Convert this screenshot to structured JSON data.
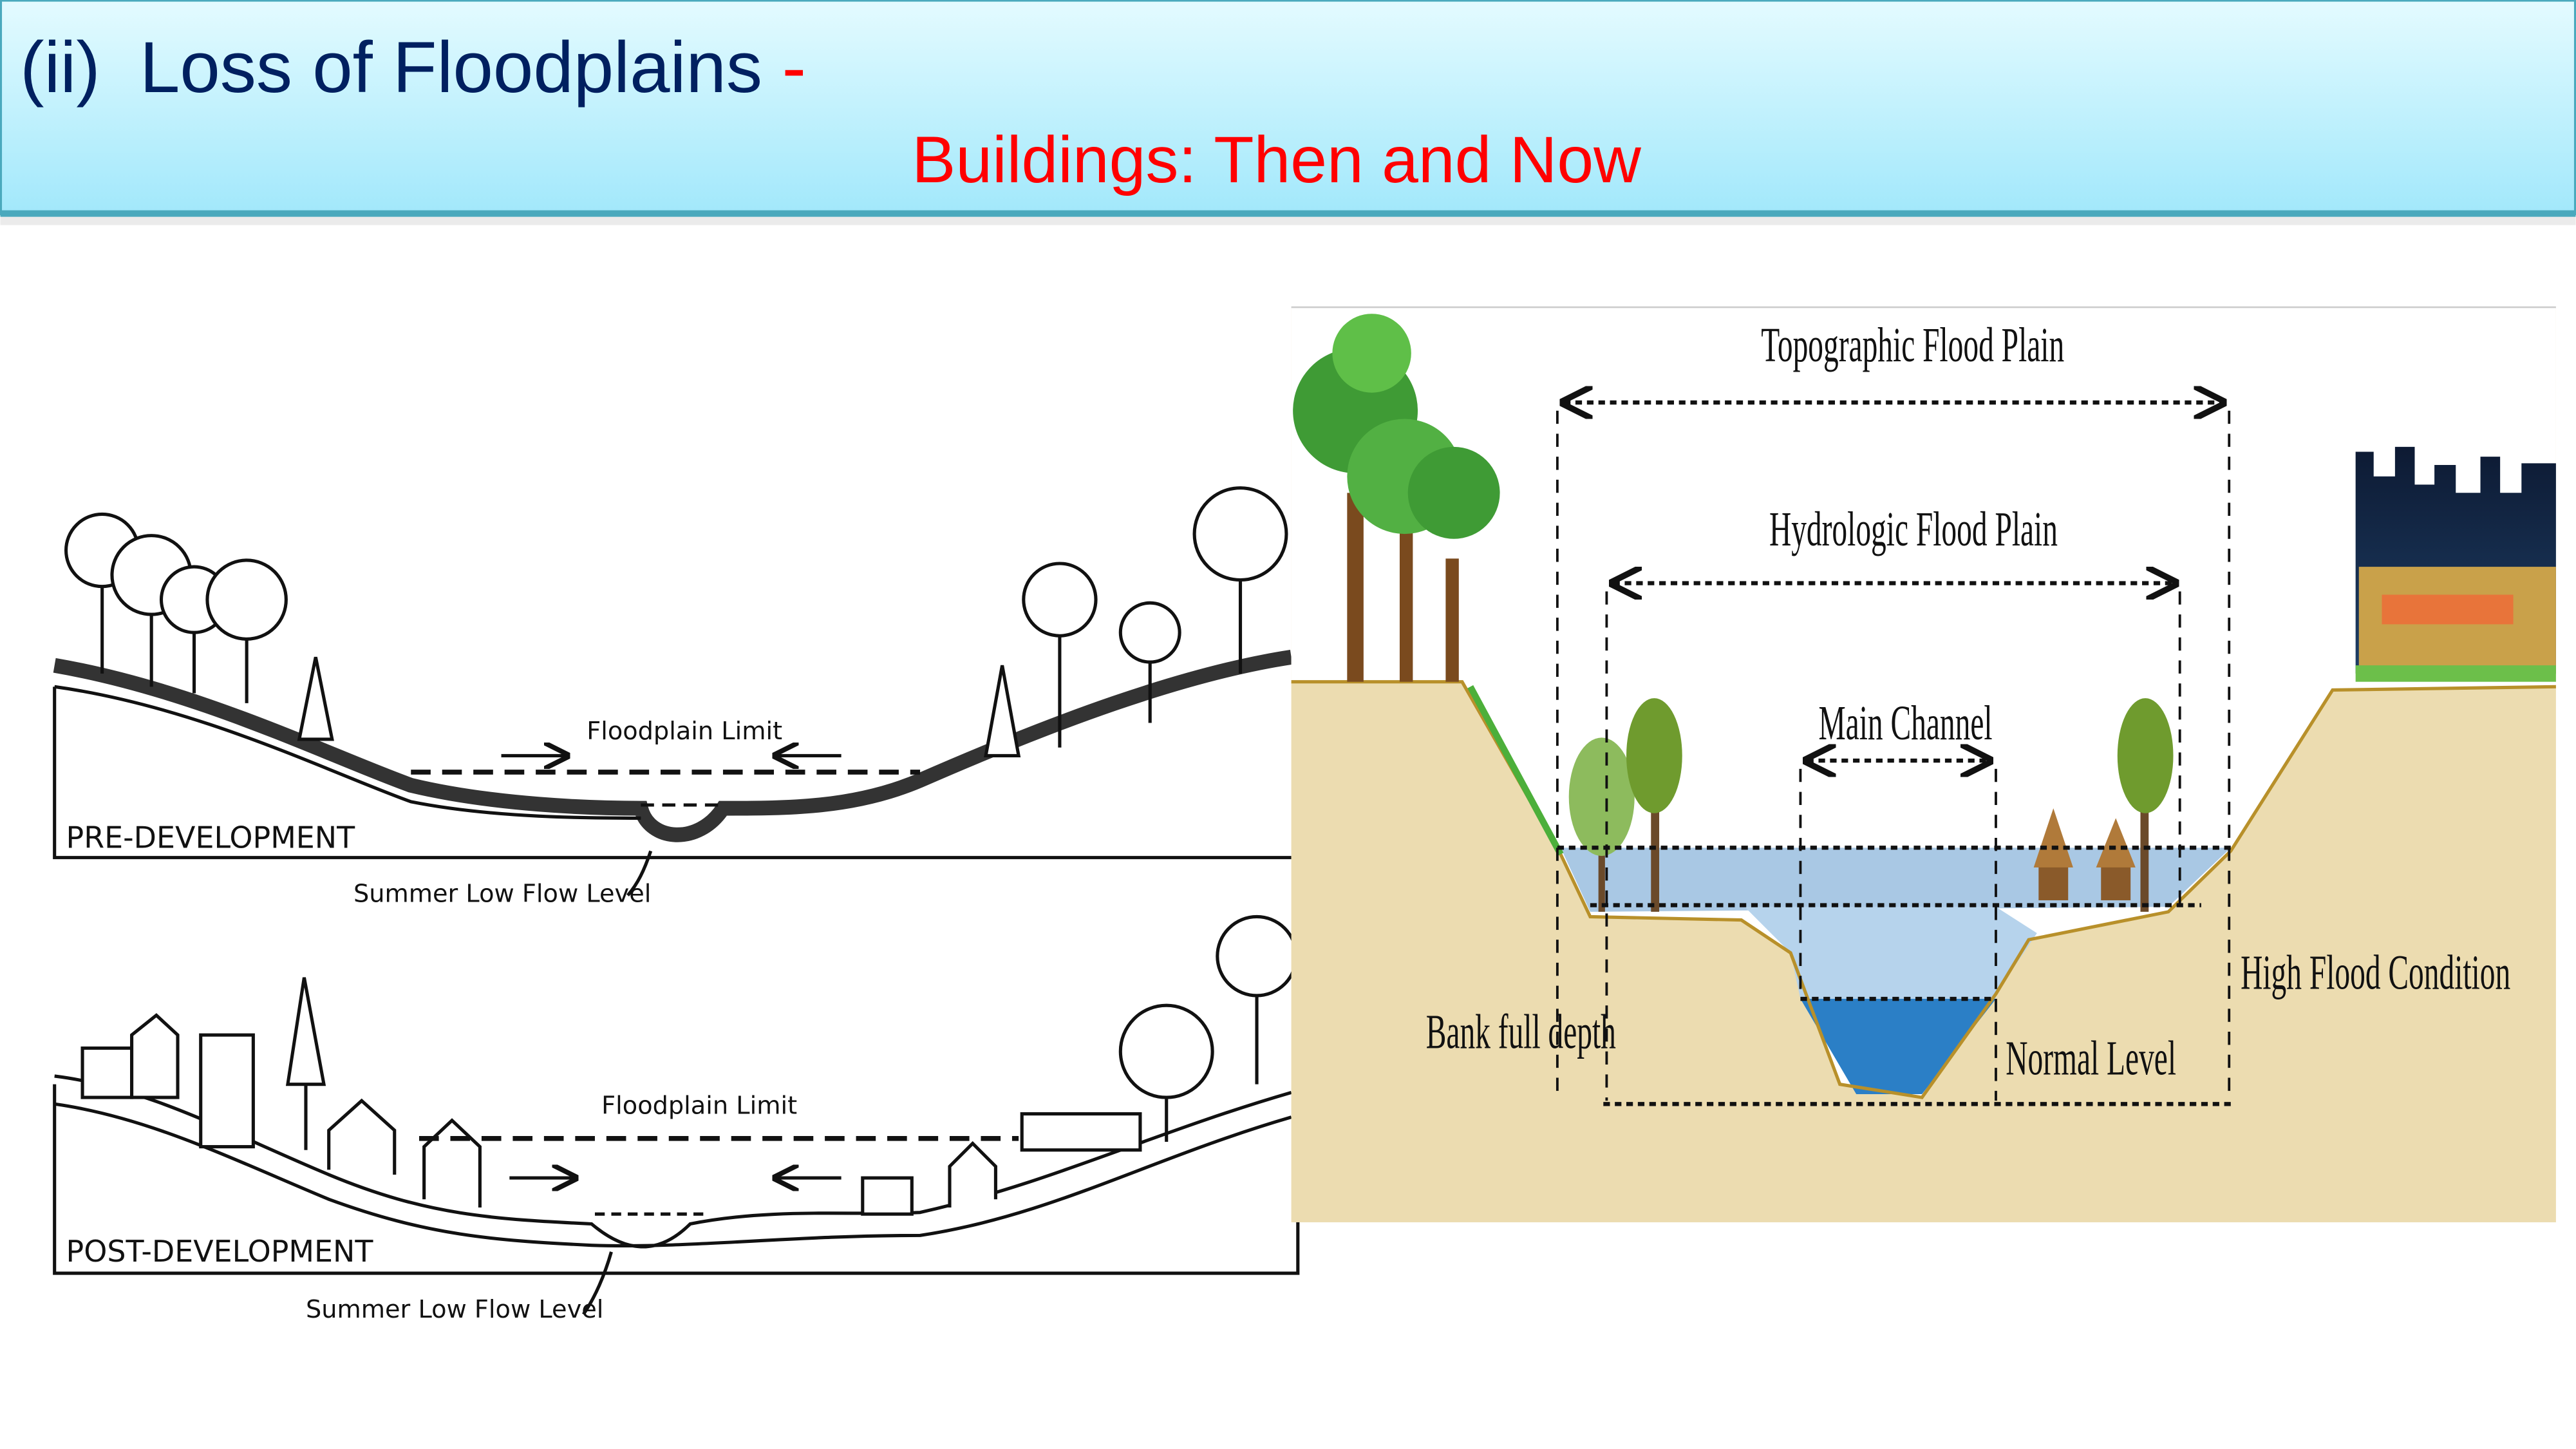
{
  "header": {
    "number": "(ii)",
    "title": "Loss of Floodplains",
    "separator": "-",
    "subtitle": "Buildings: Then and Now"
  },
  "sketch": {
    "pre": {
      "stage_label": "PRE-DEVELOPMENT",
      "limit_label": "Floodplain Limit",
      "low_flow_label": "Summer Low Flow Level"
    },
    "post": {
      "stage_label": "POST-DEVELOPMENT",
      "limit_label": "Floodplain Limit",
      "low_flow_label": "Summer Low Flow Level"
    }
  },
  "cross_section": {
    "topographic": "Topographic Flood Plain",
    "hydrologic": "Hydrologic Flood Plain",
    "main_channel": "Main Channel",
    "bank_full": "Bank full depth",
    "normal_level": "Normal Level",
    "high_flood": "High Flood Condition"
  },
  "colors": {
    "title": "#002060",
    "accent": "#ff0000",
    "soil": "#ecdcb0",
    "water_flood": "#a9c8e4",
    "water_deep": "#2b7fc6"
  }
}
